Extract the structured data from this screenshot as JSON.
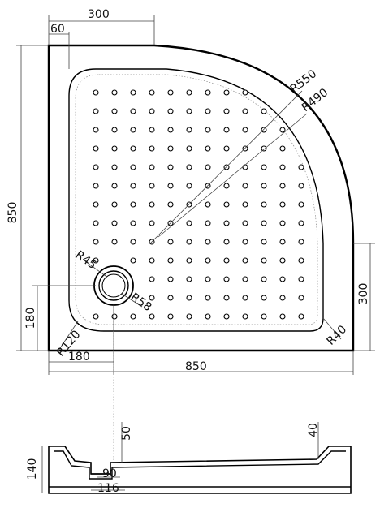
{
  "plan_view": {
    "dim_top_300": "300",
    "dim_top_60": "60",
    "dim_left_850": "850",
    "dim_r550": "R550",
    "dim_r490": "R490",
    "dim_r45": "R45",
    "dim_r58": "R58",
    "dim_r120": "R120",
    "dim_r40": "R40",
    "dim_right_300": "300",
    "dim_left_180": "180",
    "dim_bottom_180": "180",
    "dim_bottom_850": "850"
  },
  "section_view": {
    "dim_140": "140",
    "dim_50": "50",
    "dim_40": "40",
    "dim_90": "90",
    "dim_116": "116"
  }
}
